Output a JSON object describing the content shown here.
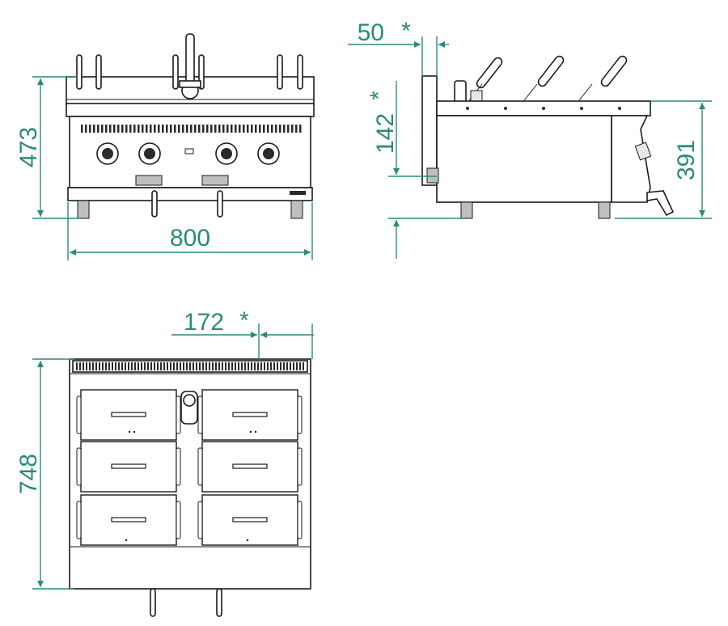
{
  "dimensions": {
    "front_height": "473",
    "front_width": "800",
    "side_offset_top": "50",
    "side_offset_top_star": "*",
    "side_mid": "142",
    "side_mid_star": "*",
    "side_height": "391",
    "top_offset": "172",
    "top_offset_star": "*",
    "top_depth": "748"
  },
  "colors": {
    "dimension": "#2a8a7a",
    "outline": "#1a1a1a"
  }
}
